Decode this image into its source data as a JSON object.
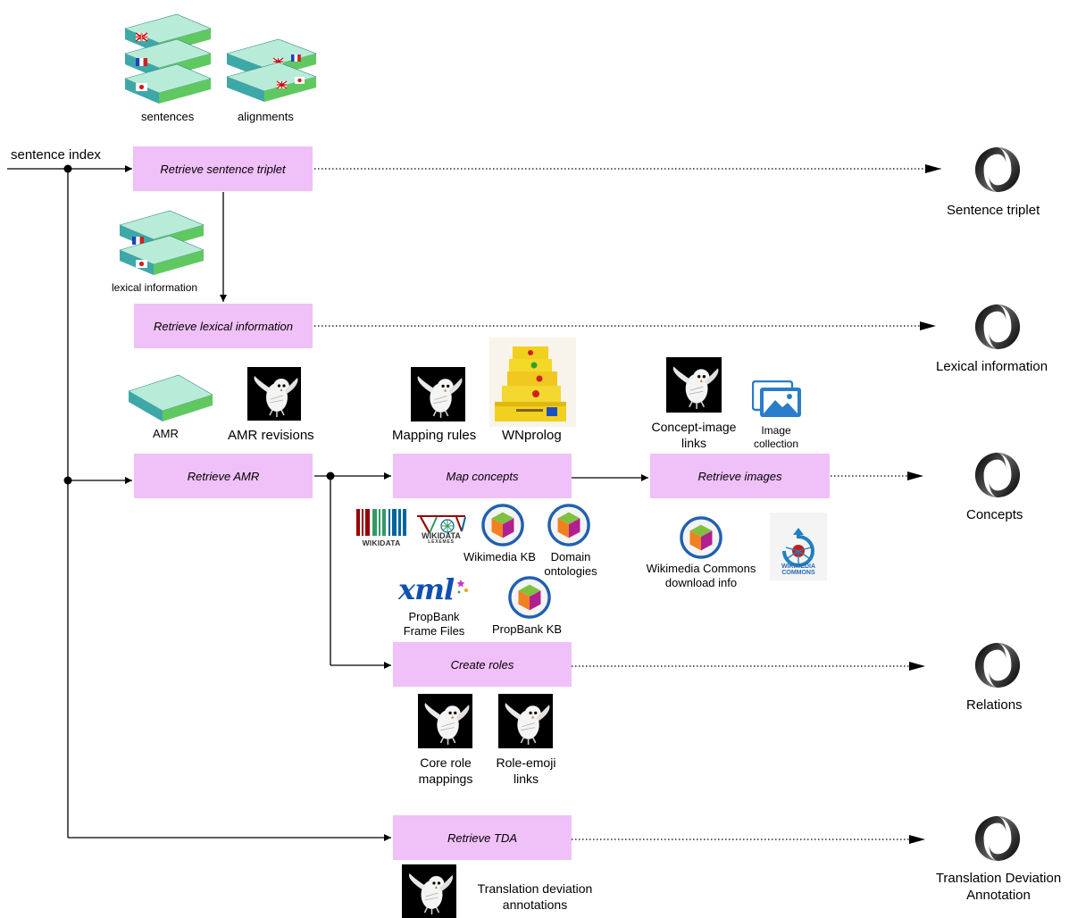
{
  "input": {
    "label": "sentence index"
  },
  "resources": {
    "sentences": "sentences",
    "alignments": "alignments",
    "lexical": "lexical information",
    "amr": "AMR",
    "amr_revisions": "AMR revisions",
    "mapping_rules": "Mapping rules",
    "wnprolog": "WNprolog",
    "concept_image_links": [
      "Concept-image",
      "links"
    ],
    "image_collection": [
      "Image",
      "collection"
    ],
    "wikidata": "WIKIDATA",
    "wikidata_lexemes": [
      "WIKIDATA",
      "LEXEMES"
    ],
    "wikimedia_kb": "Wikimedia KB",
    "domain_ontologies": [
      "Domain",
      "ontologies"
    ],
    "wikimedia_commons_info": [
      "Wikimedia Commons",
      "download info"
    ],
    "wikimedia_commons_logo": [
      "WIKIMEDIA",
      "COMMONS"
    ],
    "xml": "xml",
    "propbank_frame_files": [
      "PropBank",
      "Frame Files"
    ],
    "propbank_kb": "PropBank KB",
    "core_role_mappings": [
      "Core role",
      "mappings"
    ],
    "role_emoji_links": [
      "Role-emoji",
      "links"
    ],
    "tda": [
      "Translation deviation",
      "annotations"
    ]
  },
  "processes": {
    "sentence_triplet": "Retrieve sentence triplet",
    "lexical": "Retrieve lexical information",
    "amr": "Retrieve AMR",
    "map_concepts": "Map concepts",
    "images": "Retrieve images",
    "roles": "Create roles",
    "tda": "Retrieve TDA"
  },
  "outputs": {
    "sentence_triplet": "Sentence triplet",
    "lexical": "Lexical information",
    "concepts": "Concepts",
    "relations": "Relations",
    "tda": [
      "Translation Deviation",
      "Annotation"
    ]
  },
  "colors": {
    "process_fill": "#f0c0f8",
    "db_top": "#b8ecd8",
    "db_side": "#3ea8a8",
    "db_green": "#60c860",
    "kb_ring": "#2060b0",
    "json_icon": "#3a3a3a"
  },
  "icons": {
    "flags": [
      "uk-flag-icon",
      "france-flag-icon",
      "japan-flag-icon"
    ],
    "owl": "owl-icon",
    "json": "json-output-icon",
    "image_collection": "picture-icon",
    "kb": "cube-kb-icon"
  }
}
